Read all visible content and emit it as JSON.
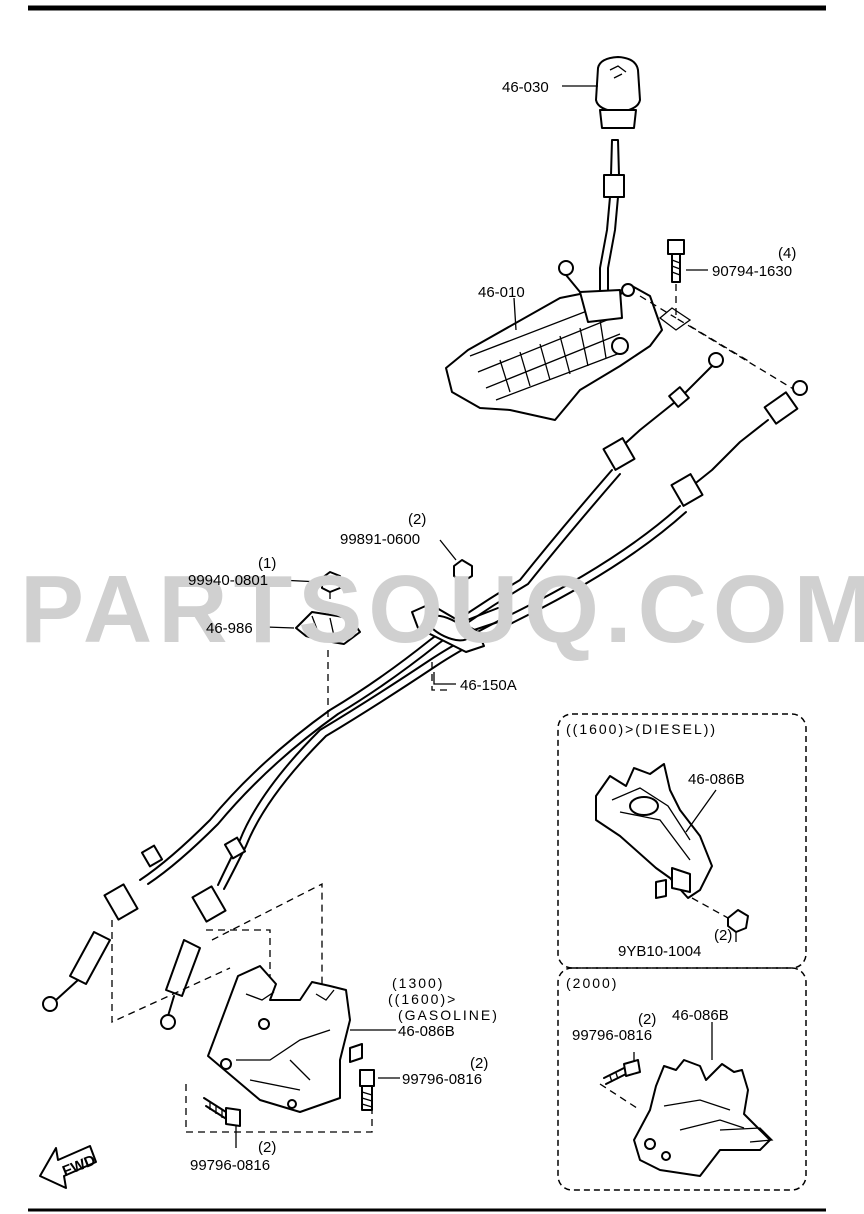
{
  "watermark": "PARTSOUQ.COM",
  "fwd_label": "FWD",
  "callouts": [
    {
      "id": "knob",
      "number": "46-030",
      "qty": ""
    },
    {
      "id": "shift-lever",
      "number": "46-010",
      "qty": ""
    },
    {
      "id": "lever-bolt",
      "number": "90794-1630",
      "qty": "(4)"
    },
    {
      "id": "cable-nut",
      "number": "99891-0600",
      "qty": "(2)"
    },
    {
      "id": "clip-nut",
      "number": "99940-0801",
      "qty": "(1)"
    },
    {
      "id": "clip",
      "number": "46-986",
      "qty": ""
    },
    {
      "id": "cable",
      "number": "46-150A",
      "qty": ""
    },
    {
      "id": "bracket-main",
      "number": "46-086B",
      "qty": ""
    },
    {
      "id": "bracket-bolt-right",
      "number": "99796-0816",
      "qty": "(2)"
    },
    {
      "id": "bracket-bolt-bottom",
      "number": "99796-0816",
      "qty": "(2)"
    }
  ],
  "variant_note": [
    "(1300)",
    "((1600)>",
    "(GASOLINE)"
  ],
  "inset_diesel": {
    "header": "((1600)>(DIESEL))",
    "part": "46-086B",
    "nut_qty": "(2)",
    "nut_number": "9YB10-1004"
  },
  "inset_2000": {
    "header": "(2000)",
    "part": "46-086B",
    "bolt_qty": "(2)",
    "bolt_number": "99796-0816"
  }
}
